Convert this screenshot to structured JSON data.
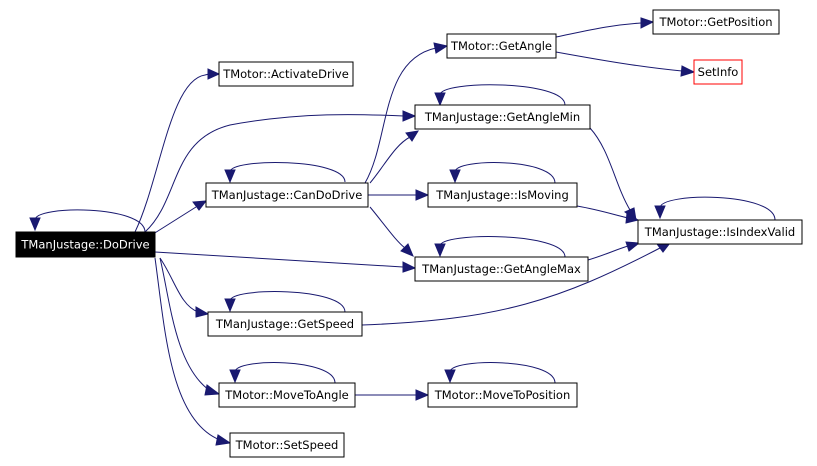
{
  "diagram": {
    "type": "call-graph",
    "colors": {
      "edge": "#191970",
      "root_fill": "#000000",
      "root_text": "#ffffff",
      "node_border": "#000000",
      "external_border": "#ff0000"
    },
    "nodes": {
      "dodrive": "TManJustage::DoDrive",
      "activatedrive": "TMotor::ActivateDrive",
      "candodrive": "TManJustage::CanDoDrive",
      "getangle": "TMotor::GetAngle",
      "getposition": "TMotor::GetPosition",
      "setinfo": "SetInfo",
      "getanglemin": "TManJustage::GetAngleMin",
      "ismoving": "TManJustage::IsMoving",
      "isindexvalid": "TManJustage::IsIndexValid",
      "getanglemax": "TManJustage::GetAngleMax",
      "getspeed": "TManJustage::GetSpeed",
      "movetoangle": "TMotor::MoveToAngle",
      "movetoposition": "TMotor::MoveToPosition",
      "setspeed": "TMotor::SetSpeed"
    },
    "edges": [
      {
        "from": "dodrive",
        "to": "dodrive"
      },
      {
        "from": "dodrive",
        "to": "activatedrive"
      },
      {
        "from": "dodrive",
        "to": "getanglemin"
      },
      {
        "from": "dodrive",
        "to": "candodrive"
      },
      {
        "from": "dodrive",
        "to": "getanglemax"
      },
      {
        "from": "dodrive",
        "to": "getspeed"
      },
      {
        "from": "dodrive",
        "to": "movetoangle"
      },
      {
        "from": "dodrive",
        "to": "setspeed"
      },
      {
        "from": "candodrive",
        "to": "candodrive"
      },
      {
        "from": "candodrive",
        "to": "getangle"
      },
      {
        "from": "candodrive",
        "to": "getanglemin"
      },
      {
        "from": "candodrive",
        "to": "ismoving"
      },
      {
        "from": "candodrive",
        "to": "getanglemax"
      },
      {
        "from": "getangle",
        "to": "getposition"
      },
      {
        "from": "getangle",
        "to": "setinfo"
      },
      {
        "from": "getanglemin",
        "to": "getanglemin"
      },
      {
        "from": "getanglemin",
        "to": "isindexvalid"
      },
      {
        "from": "ismoving",
        "to": "ismoving"
      },
      {
        "from": "ismoving",
        "to": "isindexvalid"
      },
      {
        "from": "getanglemax",
        "to": "getanglemax"
      },
      {
        "from": "getanglemax",
        "to": "isindexvalid"
      },
      {
        "from": "isindexvalid",
        "to": "isindexvalid"
      },
      {
        "from": "getspeed",
        "to": "getspeed"
      },
      {
        "from": "getspeed",
        "to": "isindexvalid"
      },
      {
        "from": "movetoangle",
        "to": "movetoangle"
      },
      {
        "from": "movetoangle",
        "to": "movetoposition"
      },
      {
        "from": "movetoposition",
        "to": "movetoposition"
      }
    ]
  }
}
